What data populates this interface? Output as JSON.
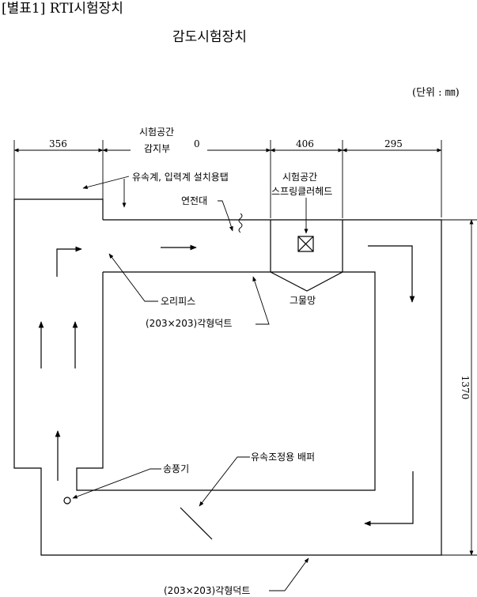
{
  "header": {
    "label": "[별표1]  RTI시험장치",
    "title": "감도시험장치",
    "unit": "(단위 : ㎜)"
  },
  "dimensions": {
    "d1": "356",
    "d2": "0",
    "d3": "406",
    "d4": "295",
    "height": "1370"
  },
  "labels": {
    "test_space_line1": "시험공간",
    "test_space_line2": "감지부",
    "meter_mount": "유속계, 입력계 설치용탭",
    "dust_box": "연전대",
    "test_sprinkler_line1": "시험공간",
    "test_sprinkler_line2": "스프링클러헤드",
    "orifice": "오리피스",
    "inner_duct": "(203×203)각형덕트",
    "grille": "그물망",
    "flow_baffle": "유속조정용 배퍼",
    "blower": "송풍기",
    "outer_duct": "(203×203)각형덕트"
  }
}
